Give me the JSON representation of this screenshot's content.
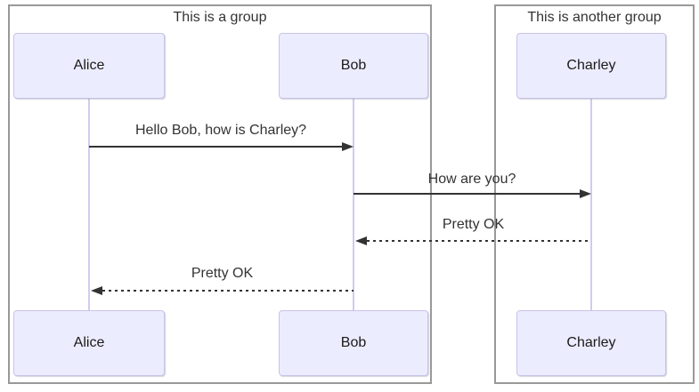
{
  "diagram": {
    "type": "sequence-diagram"
  },
  "groups": [
    {
      "title": "This is a group",
      "members": [
        "Alice",
        "Bob"
      ]
    },
    {
      "title": "This is another group",
      "members": [
        "Charley"
      ]
    }
  ],
  "actors": [
    {
      "name": "Alice"
    },
    {
      "name": "Bob"
    },
    {
      "name": "Charley"
    }
  ],
  "messages": [
    {
      "from": "Alice",
      "to": "Bob",
      "text": "Hello Bob, how is Charley?",
      "line": "solid",
      "direction": "right"
    },
    {
      "from": "Bob",
      "to": "Charley",
      "text": "How are you?",
      "line": "solid",
      "direction": "right"
    },
    {
      "from": "Charley",
      "to": "Bob",
      "text": "Pretty OK",
      "line": "dashed",
      "direction": "left"
    },
    {
      "from": "Bob",
      "to": "Alice",
      "text": "Pretty OK",
      "line": "dashed",
      "direction": "left"
    }
  ],
  "colors": {
    "actorFill": "#ECECFF",
    "actorBorder": "#c8c4e8",
    "lifeline": "#d2cbee",
    "groupBorder": "#999999",
    "arrow": "#333333",
    "text": "#333333",
    "background": "#ffffff"
  }
}
